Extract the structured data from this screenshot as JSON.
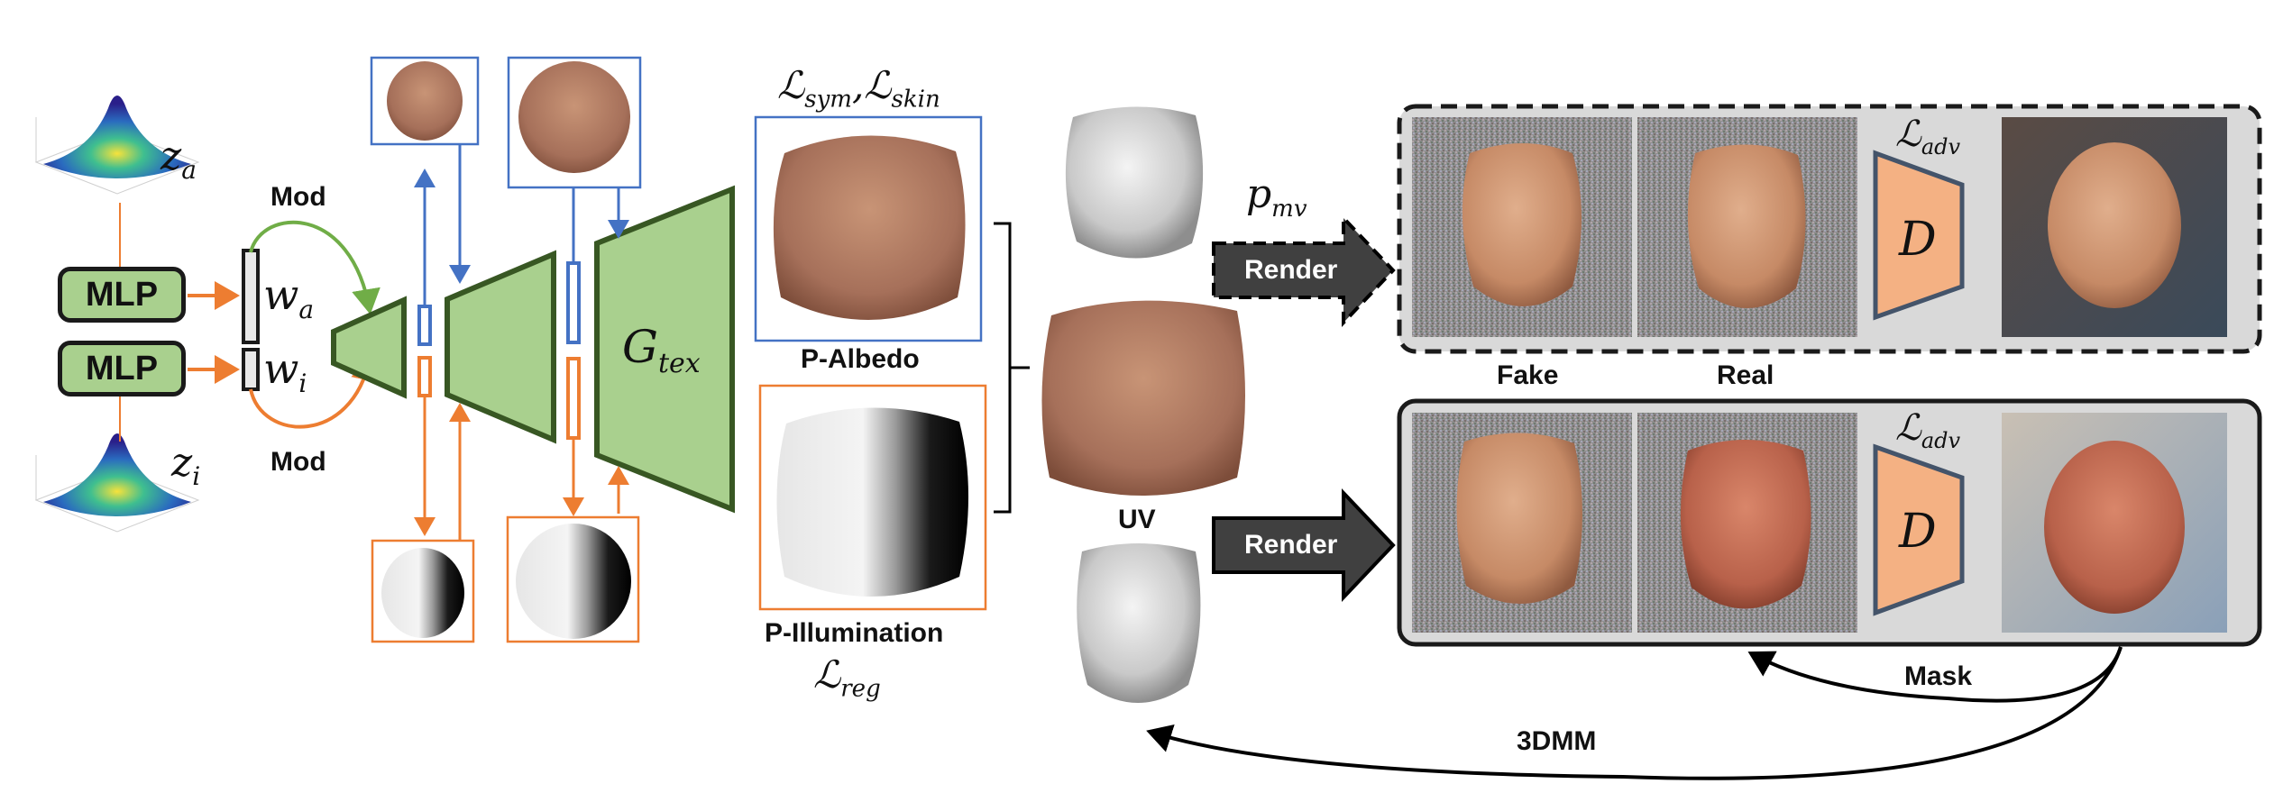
{
  "latent_a": {
    "name": "z_a",
    "base": "z",
    "sub": "a"
  },
  "latent_i": {
    "name": "z_i",
    "base": "z",
    "sub": "i"
  },
  "mlp_top": "MLP",
  "mlp_bottom": "MLP",
  "w_a": {
    "base": "w",
    "sub": "a"
  },
  "w_i": {
    "base": "w",
    "sub": "i"
  },
  "mod_top": "Mod",
  "mod_bottom": "Mod",
  "generator": {
    "base": "G",
    "sub": "tex"
  },
  "losses": {
    "sym": {
      "base": "ℒ",
      "sub": "sym"
    },
    "skin": {
      "base": "ℒ",
      "sub": "skin"
    },
    "reg": {
      "base": "ℒ",
      "sub": "reg"
    },
    "adv": {
      "base": "ℒ",
      "sub": "adv"
    }
  },
  "albedo_label": "P-Albedo",
  "illumination_label": "P-Illumination",
  "uv_label": "UV",
  "p_mv": {
    "base": "p",
    "sub": "mv"
  },
  "render_top": "Render",
  "render_bottom": "Render",
  "discriminator": "D",
  "fake_label": "Fake",
  "real_label": "Real",
  "mask_label": "Mask",
  "tdmm_label": "3DMM",
  "colors": {
    "green_fill": "#a9d08e",
    "green_stroke": "#385723",
    "green_arrow": "#70ad47",
    "blue": "#4472c4",
    "orange": "#ed7d31",
    "disc_fill": "#f4b183",
    "skin": "#b98566",
    "panel_bg": "#d9d9d9"
  }
}
